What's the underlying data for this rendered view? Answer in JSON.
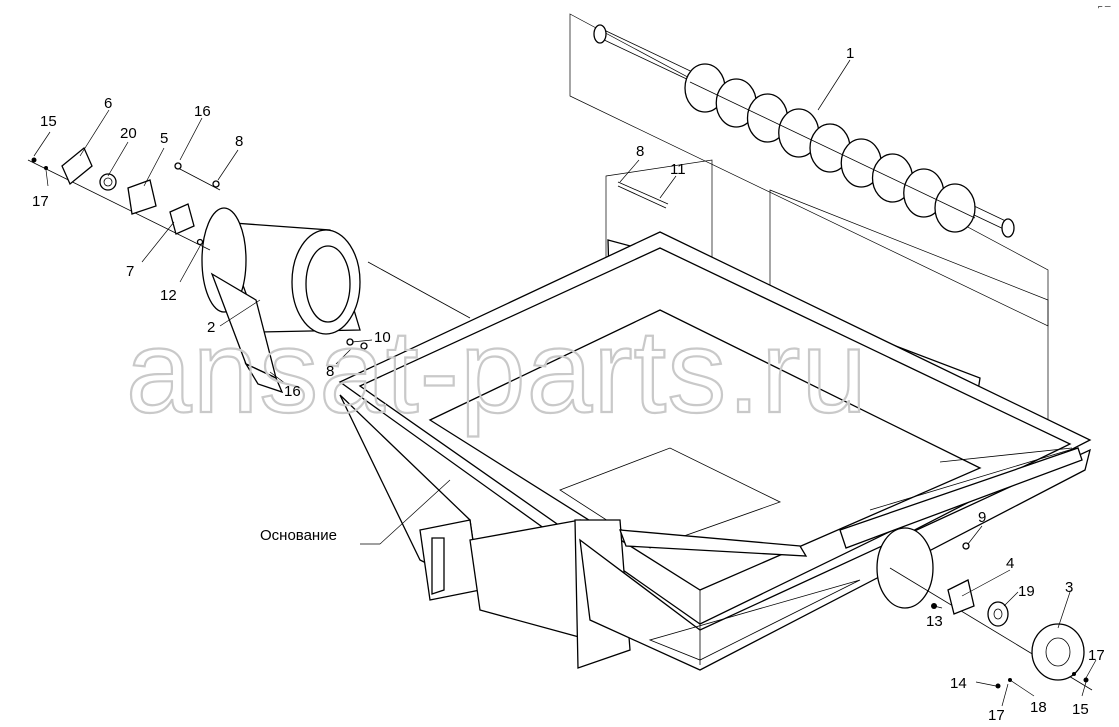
{
  "watermark": "ansat-parts.ru",
  "assembly_label": "Основание",
  "callouts": {
    "c1": "1",
    "c2": "2",
    "c3": "3",
    "c4": "4",
    "c5": "5",
    "c6": "6",
    "c7": "7",
    "c8a": "8",
    "c8b": "8",
    "c8c": "8",
    "c9": "9",
    "c10": "10",
    "c11": "11",
    "c12": "12",
    "c13": "13",
    "c14": "14",
    "c15a": "15",
    "c15b": "15",
    "c16a": "16",
    "c16b": "16",
    "c17a": "17",
    "c17b": "17",
    "c17c": "17",
    "c18": "18",
    "c19": "19",
    "c20": "20"
  },
  "corner_mark": "⌐ ─"
}
